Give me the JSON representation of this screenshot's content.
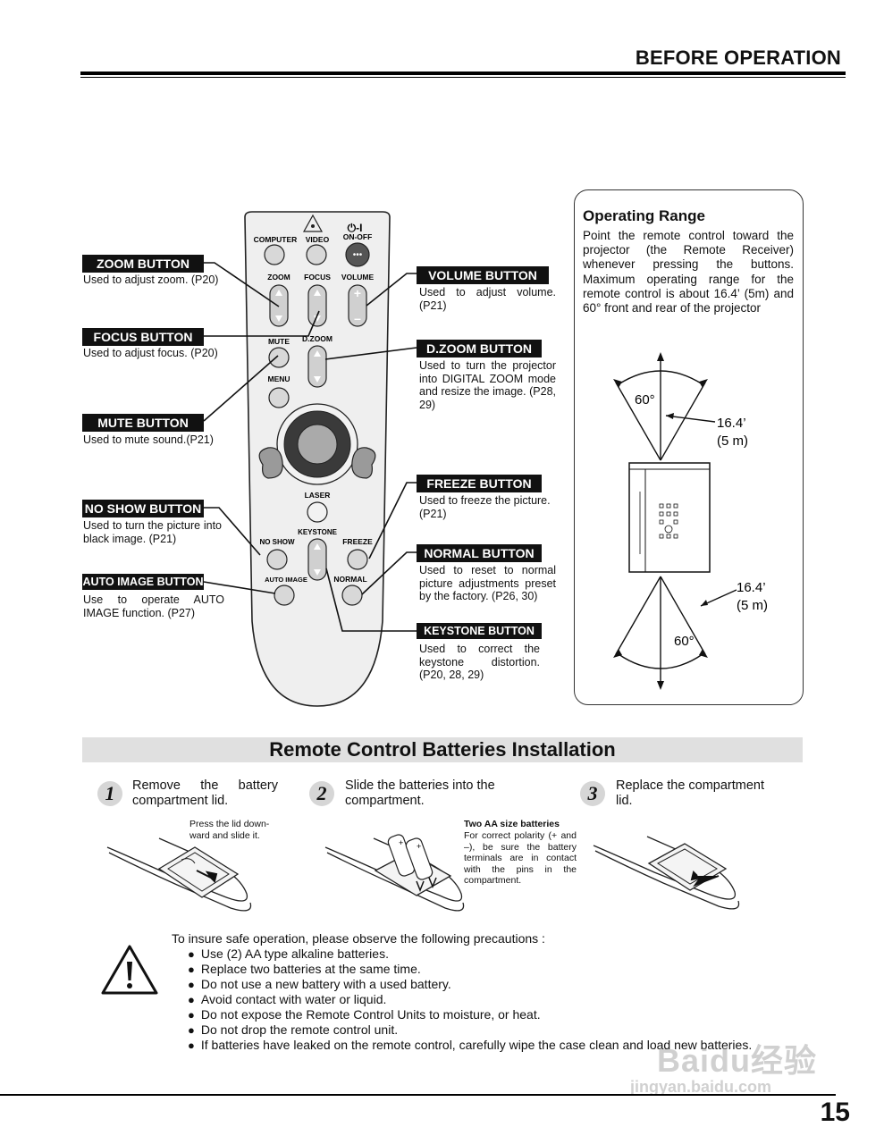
{
  "header": {
    "title": "BEFORE OPERATION"
  },
  "remote": {
    "keys": {
      "computer": "COMPUTER",
      "video": "VIDEO",
      "on_off_symbol": "⏻-I",
      "on_off": "ON-OFF",
      "zoom": "ZOOM",
      "focus": "FOCUS",
      "volume": "VOLUME",
      "mute": "MUTE",
      "dzoom": "D.ZOOM",
      "menu": "MENU",
      "laser": "LASER",
      "keystone": "KEYSTONE",
      "no_show": "NO SHOW",
      "freeze": "FREEZE",
      "auto_image": "AUTO IMAGE",
      "normal": "NORMAL"
    }
  },
  "callouts": {
    "zoom": {
      "label": "ZOOM BUTTON",
      "desc": "Used to adjust zoom. (P20)"
    },
    "focus": {
      "label": "FOCUS BUTTON",
      "desc": "Used to adjust focus. (P20)"
    },
    "mute": {
      "label": "MUTE BUTTON",
      "desc": "Used to mute sound.(P21)"
    },
    "no_show": {
      "label": "NO SHOW BUTTON",
      "desc": "Used to turn the picture into black image. (P21)"
    },
    "auto_image": {
      "label": "AUTO IMAGE BUTTON",
      "desc": "Use to operate AUTO IMAGE function. (P27)"
    },
    "volume": {
      "label": "VOLUME BUTTON",
      "desc": "Used to adjust volume. (P21)"
    },
    "dzoom": {
      "label": "D.ZOOM BUTTON",
      "desc": "Used to turn the projector into DIGITAL ZOOM mode and resize the image. (P28, 29)"
    },
    "freeze": {
      "label": "FREEZE BUTTON",
      "desc": "Used to freeze the picture. (P21)"
    },
    "normal": {
      "label": "NORMAL BUTTON",
      "desc": "Used to reset to normal picture adjustments preset by the factory. (P26, 30)"
    },
    "keystone": {
      "label": "KEYSTONE BUTTON",
      "desc": "Used to correct the keystone distortion. (P20, 28, 29)"
    }
  },
  "operating_range": {
    "title": "Operating Range",
    "text": "Point the remote control toward the projector (the Remote Receiver) whenever pressing the buttons. Maximum operating range for the remote control is about 16.4’ (5m) and 60° front and rear of the projector",
    "angle_top": "60°",
    "dist_top_ft": "16.4’",
    "dist_top_m": "(5 m)",
    "angle_bottom": "60°",
    "dist_bottom_ft": "16.4’",
    "dist_bottom_m": "(5 m)"
  },
  "batteries": {
    "title": "Remote Control Batteries Installation",
    "steps": [
      {
        "num": "1",
        "text": "Remove the battery compartment lid.",
        "note": "Press the lid down-ward and slide it."
      },
      {
        "num": "2",
        "text": "Slide the batteries into the compartment.",
        "note_title": "Two AA size batteries",
        "note": "For correct polarity (+ and –), be sure the battery terminals are in contact with the pins in the compartment."
      },
      {
        "num": "3",
        "text": "Replace the compartment lid."
      }
    ]
  },
  "precautions": {
    "intro": "To insure safe operation, please observe the following precautions :",
    "items": [
      "Use (2) AA type alkaline batteries.",
      "Replace two batteries at the same time.",
      "Do not use a new battery with a used battery.",
      "Avoid contact with water or liquid.",
      "Do not expose the Remote Control Units to moisture, or heat.",
      "Do not drop the remote control unit.",
      "If batteries have leaked on the remote control, carefully wipe the case clean and load new batteries."
    ]
  },
  "watermark": {
    "logo": "Baidu经验",
    "url": "jingyan.baidu.com"
  },
  "page_number": "15"
}
